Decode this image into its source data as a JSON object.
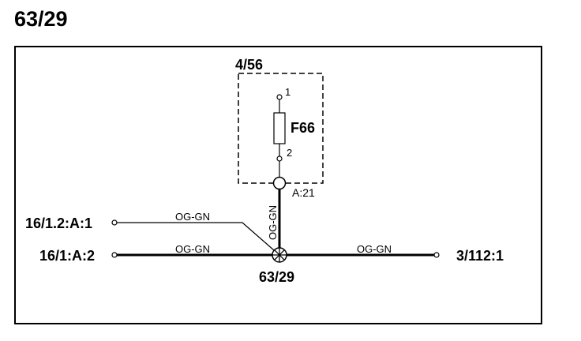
{
  "page_title": "63/29",
  "component": {
    "name": "4/56",
    "fuse": "F66",
    "pin_top": "1",
    "pin_bottom": "2",
    "connector_pin": "A:21"
  },
  "splice": {
    "name": "63/29"
  },
  "wires": {
    "upper_left": "OG-GN",
    "lower_left": "OG-GN",
    "right": "OG-GN",
    "vertical": "OG-GN"
  },
  "terminals": {
    "upper_left": "16/1.2:A:1",
    "lower_left": "16/1:A:2",
    "right": "3/112:1"
  },
  "colors": {
    "line": "#000000",
    "background": "#ffffff"
  }
}
